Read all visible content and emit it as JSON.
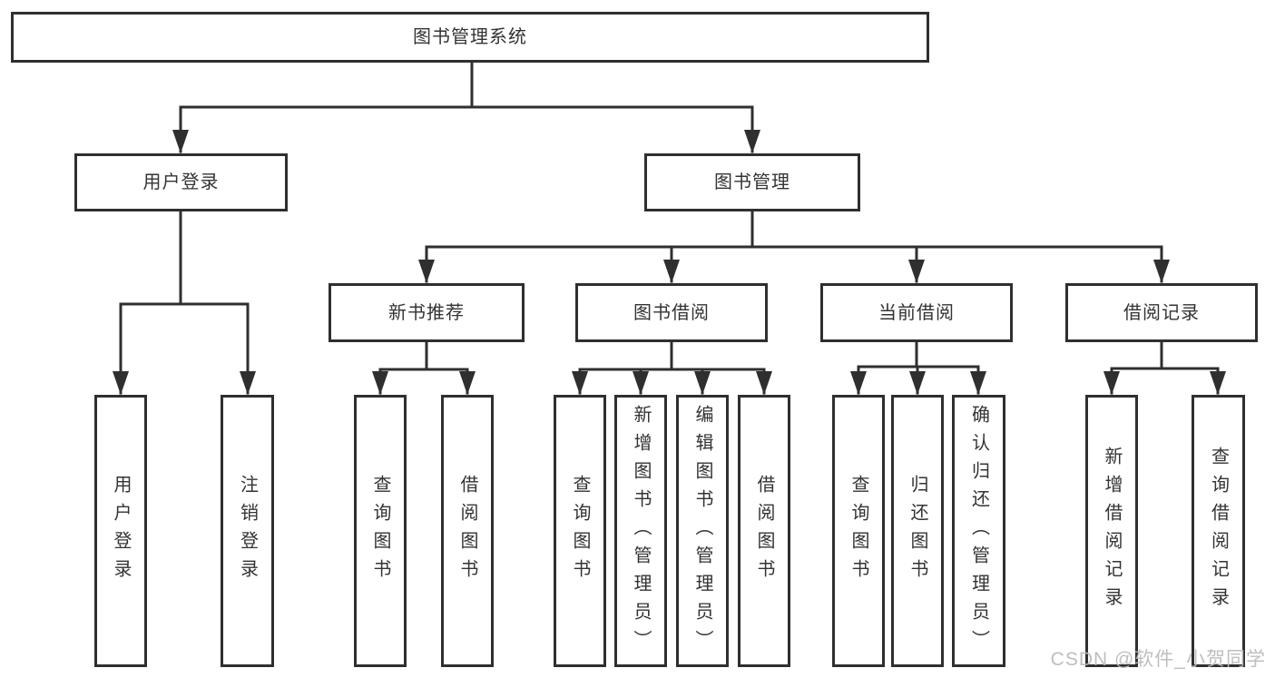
{
  "page": {
    "background": "#ffffff"
  },
  "diagram": {
    "root": {
      "label": "图书管理系统"
    },
    "level2": [
      {
        "label": "用户登录",
        "children": [
          "用户登录",
          "注销登录"
        ]
      },
      {
        "label": "图书管理",
        "children": [
          "新书推荐",
          "图书借阅",
          "当前借阅",
          "借阅记录"
        ]
      }
    ],
    "level3": [
      {
        "label": "新书推荐",
        "children": [
          "查询图书",
          "借阅图书"
        ]
      },
      {
        "label": "图书借阅",
        "children": [
          "查询图书",
          "新增图书（管理员）",
          "编辑图书（管理员）",
          "借阅图书"
        ]
      },
      {
        "label": "当前借阅",
        "children": [
          "查询图书",
          "归还图书",
          "确认归还（管理员）"
        ]
      },
      {
        "label": "借阅记录",
        "children": [
          "新增借阅记录",
          "查询借阅记录"
        ]
      }
    ],
    "leaves": [
      {
        "label": "用户登录"
      },
      {
        "label": "注销登录"
      },
      {
        "label": "查询图书"
      },
      {
        "label": "借阅图书"
      },
      {
        "label": "查询图书"
      },
      {
        "label": "新增图书（管理员）"
      },
      {
        "label": "编辑图书（管理员）"
      },
      {
        "label": "借阅图书"
      },
      {
        "label": "查询图书"
      },
      {
        "label": "归还图书"
      },
      {
        "label": "确认归还（管理员）"
      },
      {
        "label": "新增借阅记录"
      },
      {
        "label": "查询借阅记录"
      }
    ]
  },
  "watermark": {
    "text": "CSDN @软件_小贺同学",
    "color": "#b9b9b9"
  },
  "colors": {
    "line": "#2f2f2f",
    "text": "#333333",
    "box_fill": "#ffffff",
    "background": "#ffffff"
  }
}
